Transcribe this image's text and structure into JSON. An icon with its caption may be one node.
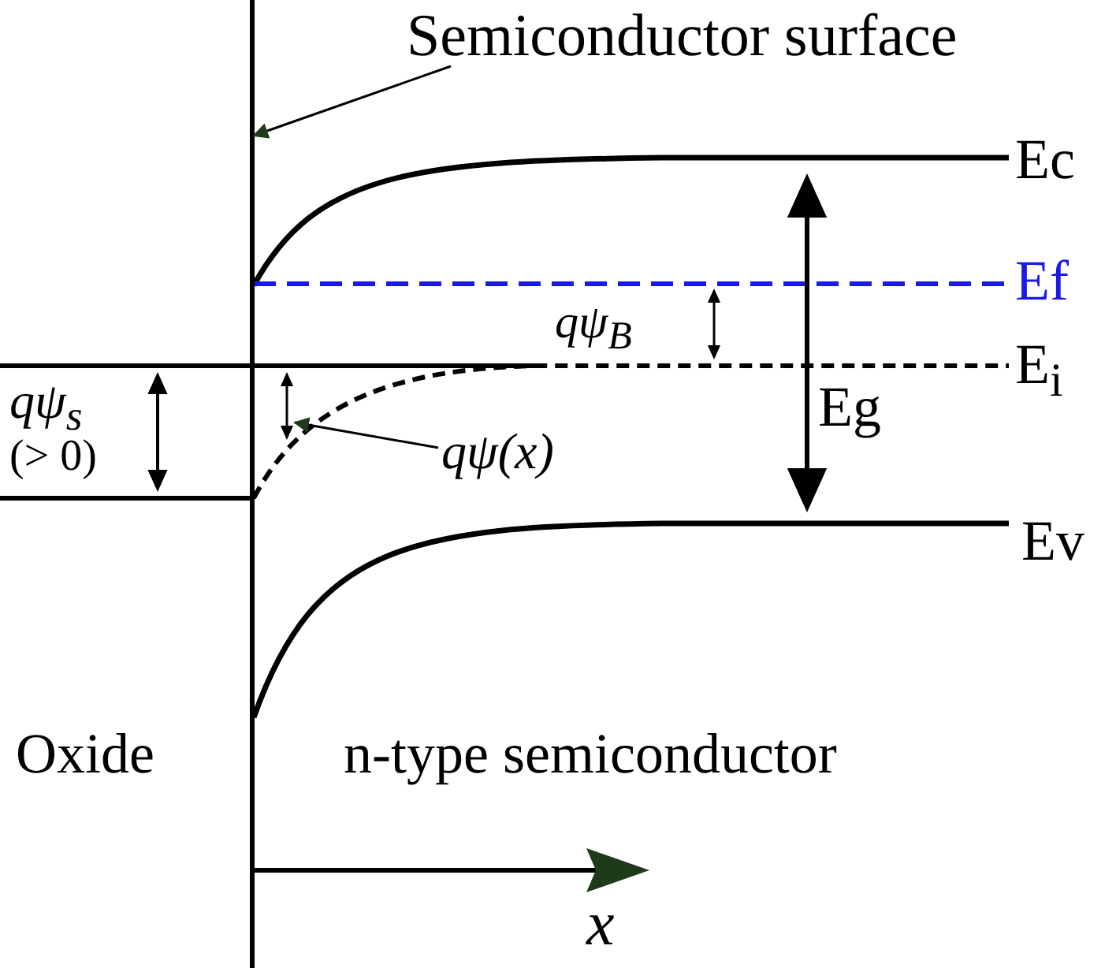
{
  "diagram": {
    "nodes": [
      {
        "text": [
          "Semiconductor surface"
        ]
      },
      {
        "text": [
          "qψ(x)"
        ]
      },
      {
        "text": [],
        "shape": "line"
      },
      {
        "text": [],
        "shape": "arrow"
      }
    ],
    "edges": [
      {
        "from": 0,
        "to": 2,
        "arrow": "to"
      },
      {
        "from": 1,
        "to": 3,
        "arrow": "to"
      }
    ],
    "labels": [
      "Ec",
      "Ef",
      "qψ$_{B}$",
      "E$_{i}$",
      "Eg",
      "qψ$_{s}$",
      "(> 0)",
      "Ev",
      "Oxide",
      "n-type semiconductor",
      "x"
    ]
  }
}
